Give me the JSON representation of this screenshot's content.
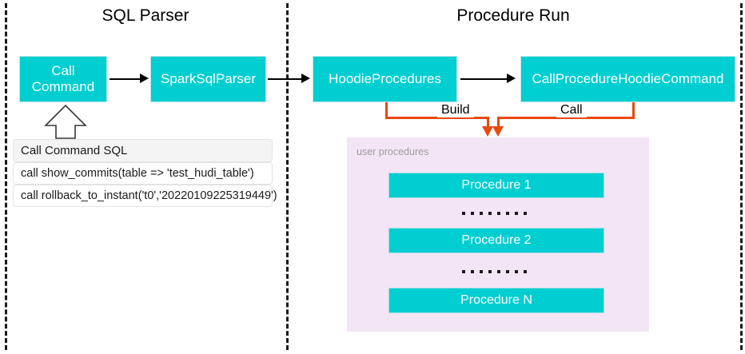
{
  "colors": {
    "node_fill": "#00CED1",
    "node_text": "#FFFFFF",
    "panel_fill": "#F3E5F5",
    "edge_orange": "#E8490F",
    "edge_black": "#000000",
    "divider": "#1A1A1A",
    "table_header_fill": "#F4F4F4"
  },
  "sections": {
    "left_title": "SQL Parser",
    "right_title": "Procedure Run"
  },
  "nodes": {
    "call_command": "Call\nCommand",
    "call_command_line1": "Call",
    "call_command_line2": "Command",
    "spark_sql_parser": "SparkSqlParser",
    "hoodie_procedures": "HoodieProcedures",
    "call_procedure_hoodie_command": "CallProcedureHoodieCommand"
  },
  "edges": {
    "build_label": "Build",
    "call_label": "Call"
  },
  "sql_table": {
    "header": "Call Command SQL",
    "rows": [
      "call show_commits(table => 'test_hudi_table')",
      "call rollback_to_instant('t0','20220109225319449')"
    ]
  },
  "procedures_panel": {
    "label": "user procedures",
    "items": [
      "Procedure 1",
      "Procedure 2",
      "Procedure N"
    ],
    "ellipsis_dot_count": 8
  }
}
